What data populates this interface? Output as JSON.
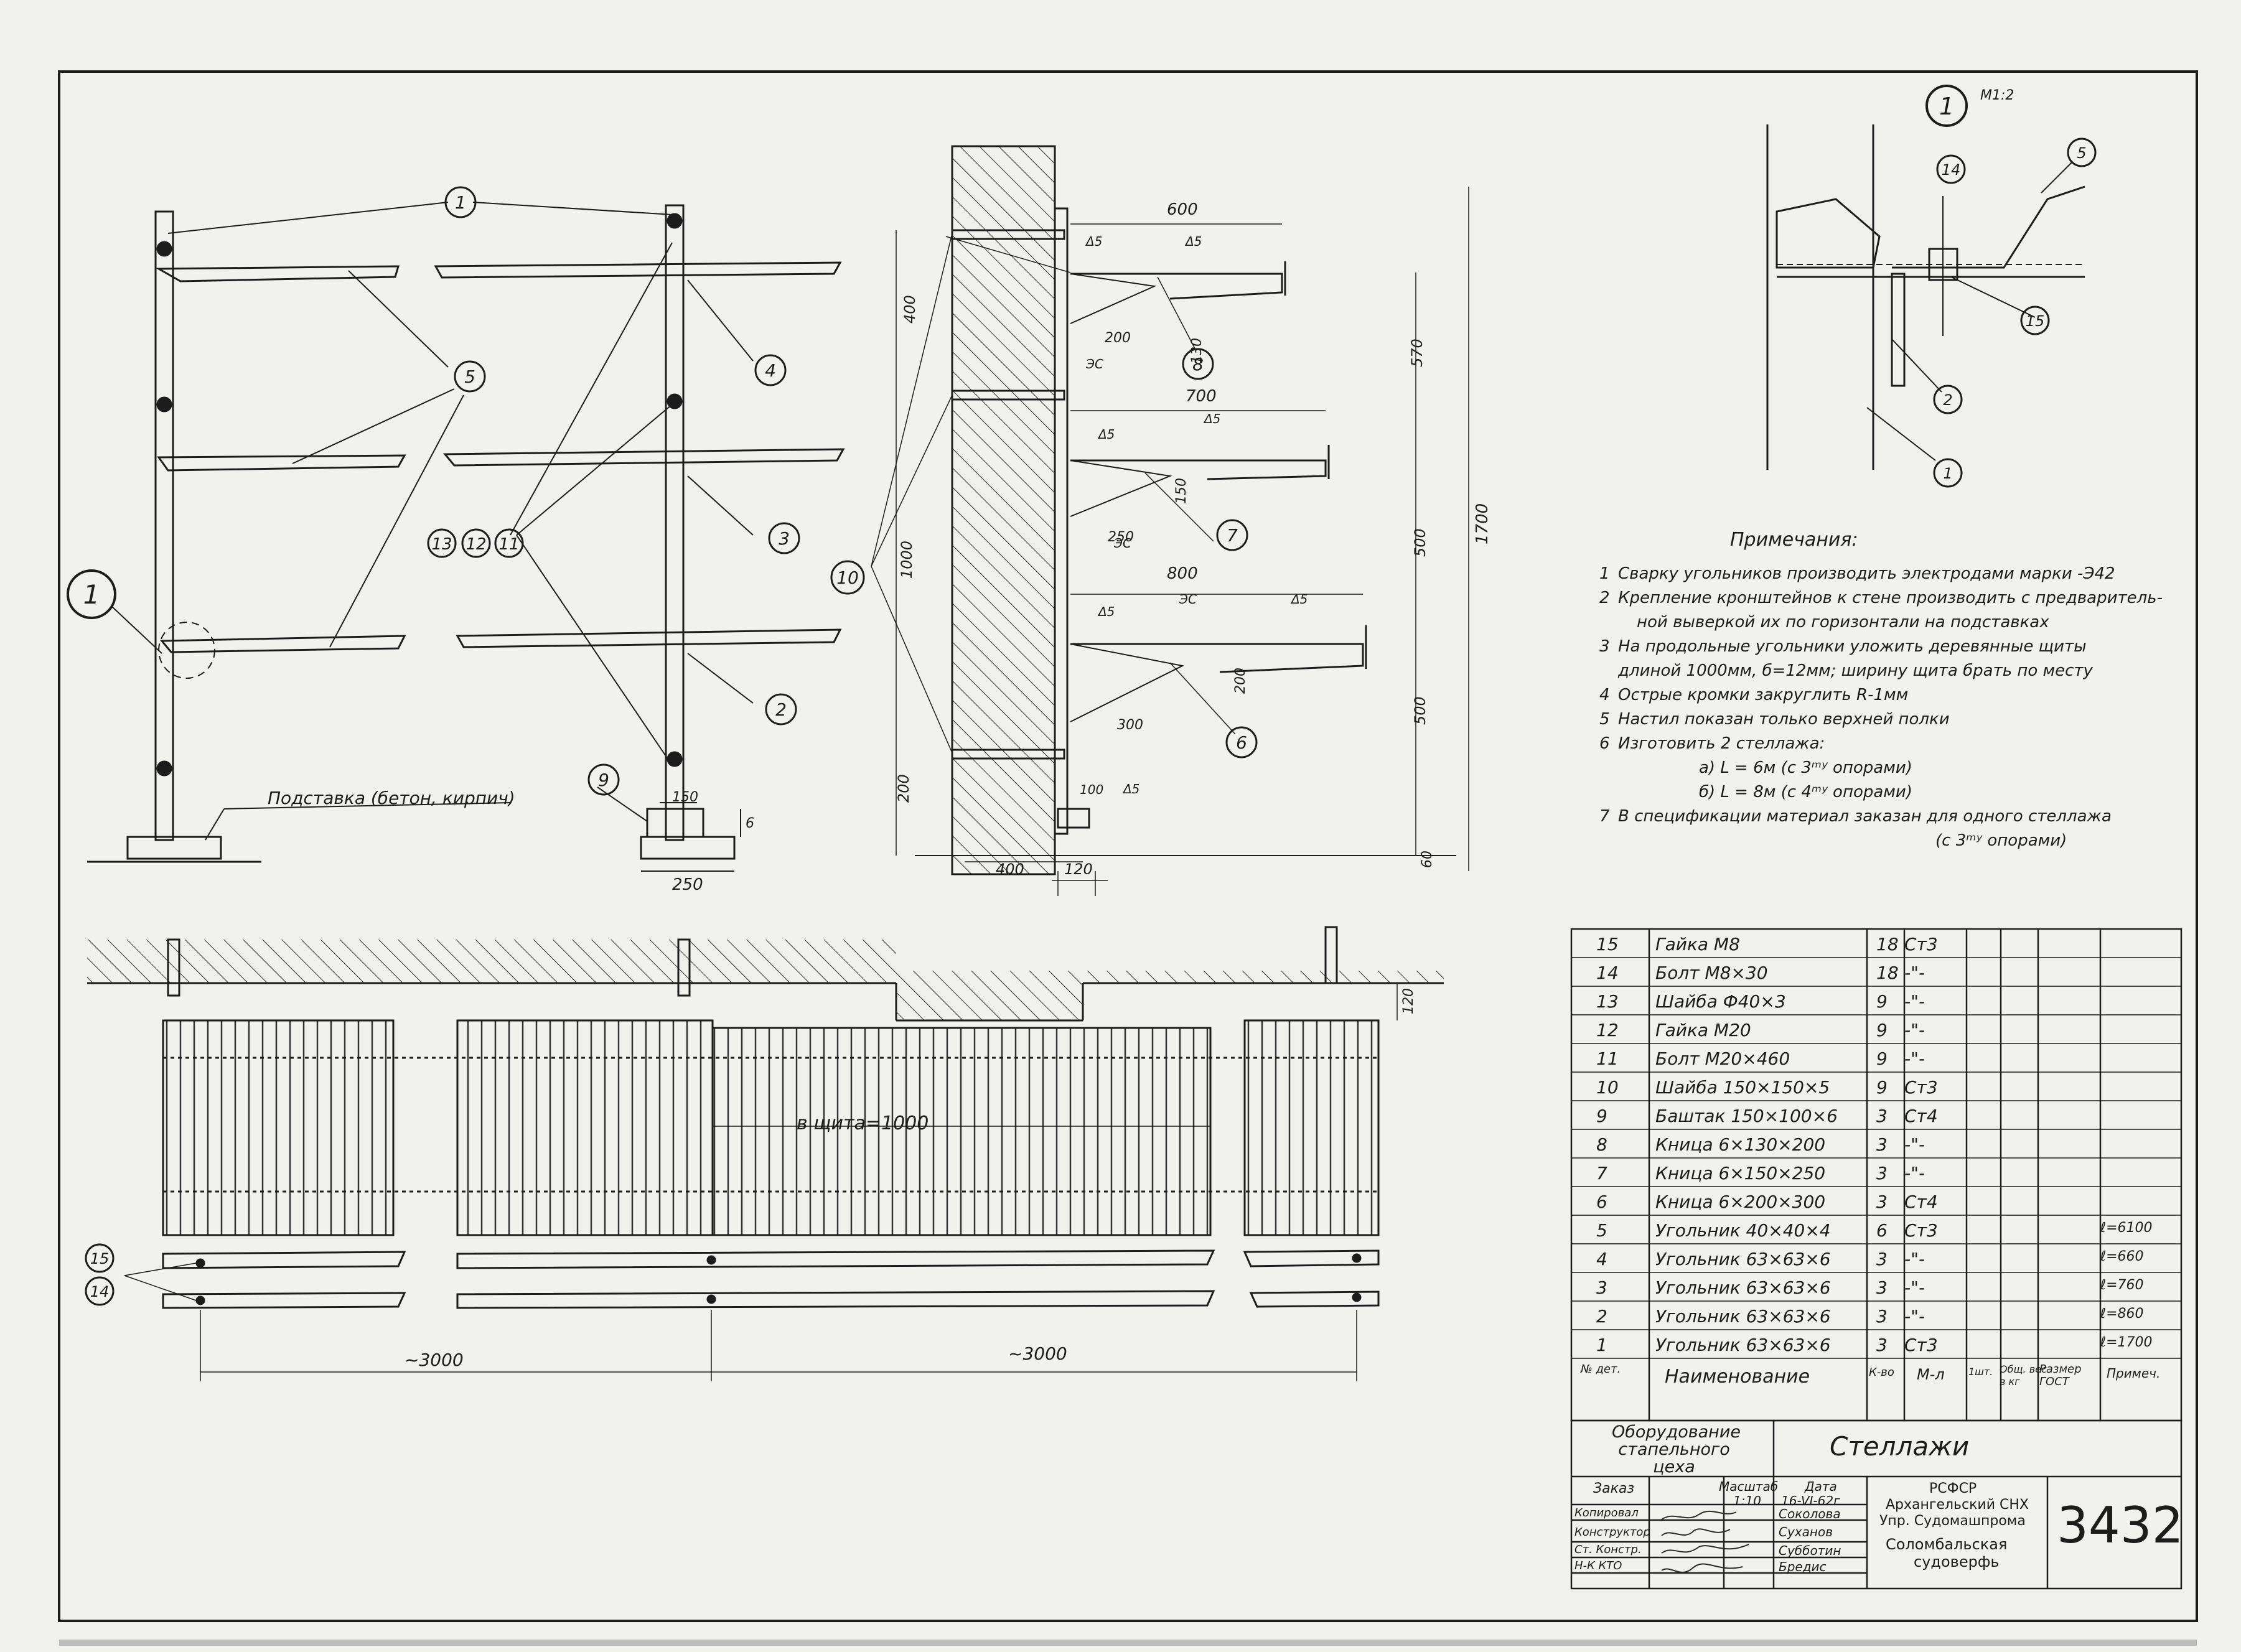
{
  "detail": {
    "ref": "1",
    "scale": "М1:2",
    "callouts": [
      "14",
      "5",
      "15",
      "2",
      "1"
    ]
  },
  "front_view": {
    "callouts": [
      "1",
      "5",
      "4",
      "3",
      "2",
      "9",
      "13",
      "12",
      "11",
      "1"
    ],
    "base_label": "Подставка (бетон, кирпич)",
    "dims": [
      "150",
      "250",
      "6"
    ]
  },
  "side_view": {
    "callouts": [
      "8",
      "7",
      "6",
      "10"
    ],
    "top_dims": [
      "600",
      "700",
      "800"
    ],
    "weld_marks": [
      "Δ5",
      "Δ5",
      "Δ5",
      "Δ5",
      "Δ5",
      "Δ5",
      "Δ5"
    ],
    "small_dims": [
      "130",
      "200",
      "150",
      "250",
      "200",
      "300",
      "100"
    ],
    "left_dims": [
      "400",
      "1000",
      "200"
    ],
    "right_dims": [
      "570",
      "500",
      "500",
      "1700",
      "60"
    ],
    "bottom_dims": [
      "400",
      "120"
    ],
    "markers": [
      "ЭС",
      "ЭС",
      "ЭС"
    ]
  },
  "plan_view": {
    "panel_width_label": "в щита=1000",
    "spans": [
      "~3000",
      "~3000"
    ],
    "dim_120": "120",
    "callouts": [
      "15",
      "14"
    ]
  },
  "notes": {
    "title": "Примечания:",
    "items": [
      {
        "n": "1",
        "text": "Сварку угольников производить электродами марки -Э42"
      },
      {
        "n": "2",
        "text": "Крепление кронштейнов к стене производить с предваритель-"
      },
      {
        "n": "",
        "text": "ной выверкой их по горизонтали на подставках"
      },
      {
        "n": "3",
        "text": "На продольные угольники уложить деревянные щиты"
      },
      {
        "n": "",
        "text": "длиной 1000мм, б=12мм; ширину щита брать по месту"
      },
      {
        "n": "4",
        "text": "Острые кромки закруглить R-1мм"
      },
      {
        "n": "5",
        "text": "Настил показан только верхней полки"
      },
      {
        "n": "6",
        "text": "Изготовить   2 стеллажа:"
      },
      {
        "n": "",
        "text": "а)  L = 6м  (с 3ᵐʸ опорами)"
      },
      {
        "n": "",
        "text": "б)  L = 8м  (с 4ᵐʸ опорами)"
      },
      {
        "n": "7",
        "text": "В спецификации материал заказан для одного стеллажа"
      },
      {
        "n": "",
        "text": "(с 3ᵐʸ опорами)"
      }
    ]
  },
  "spec_table": {
    "rows": [
      {
        "n": "15",
        "name": "Гайка  М8",
        "qty": "18",
        "mat": "Ст3",
        "note": ""
      },
      {
        "n": "14",
        "name": "Болт  М8×30",
        "qty": "18",
        "mat": "-\"-",
        "note": ""
      },
      {
        "n": "13",
        "name": "Шайба  Ф40×3",
        "qty": "9",
        "mat": "-\"-",
        "note": ""
      },
      {
        "n": "12",
        "name": "Гайка  М20",
        "qty": "9",
        "mat": "-\"-",
        "note": ""
      },
      {
        "n": "11",
        "name": "Болт  М20×460",
        "qty": "9",
        "mat": "-\"-",
        "note": ""
      },
      {
        "n": "10",
        "name": "Шайба 150×150×5",
        "qty": "9",
        "mat": "Ст3",
        "note": ""
      },
      {
        "n": "9",
        "name": "Баштак 150×100×6",
        "qty": "3",
        "mat": "Ст4",
        "note": ""
      },
      {
        "n": "8",
        "name": "Кница 6×130×200",
        "qty": "3",
        "mat": "-\"-",
        "note": ""
      },
      {
        "n": "7",
        "name": "Кница 6×150×250",
        "qty": "3",
        "mat": "-\"-",
        "note": ""
      },
      {
        "n": "6",
        "name": "Кница 6×200×300",
        "qty": "3",
        "mat": "Ст4",
        "note": ""
      },
      {
        "n": "5",
        "name": "Угольник 40×40×4",
        "qty": "6",
        "mat": "Ст3",
        "note": "ℓ=6100"
      },
      {
        "n": "4",
        "name": "Угольник 63×63×6",
        "qty": "3",
        "mat": "-\"-",
        "note": "ℓ=660"
      },
      {
        "n": "3",
        "name": "Угольник 63×63×6",
        "qty": "3",
        "mat": "-\"-",
        "note": "ℓ=760"
      },
      {
        "n": "2",
        "name": "Угольник 63×63×6",
        "qty": "3",
        "mat": "-\"-",
        "note": "ℓ=860"
      },
      {
        "n": "1",
        "name": "Угольник 63×63×6",
        "qty": "3",
        "mat": "Ст3",
        "note": "ℓ=1700"
      }
    ],
    "header": {
      "n": "№ дет.",
      "name": "Наименование",
      "qty": "К-во",
      "mat": "М-л",
      "unit": "1шт.",
      "total": "Общ. вес в кг",
      "size": "Размер ГОСТ",
      "note": "Примеч."
    }
  },
  "title_block": {
    "dept": "Оборудование стапельного цеха",
    "title": "Стеллажи",
    "order_label": "Заказ",
    "scale_label": "Масштаб",
    "scale_value": "1:10",
    "date_label": "Дата",
    "date_value": "16-VI-62г",
    "roles": [
      "Копировал",
      "Конструктор",
      "Ст. Констр.",
      "Н-К КТО"
    ],
    "names": [
      "Соколова",
      "Суханов",
      "Субботин",
      "Бредис"
    ],
    "org": [
      "РСФСР",
      "Архангельский СНХ",
      "Упр. Судомашпрома",
      "Соломбальская",
      "судоверфь"
    ],
    "drawing_no": "3432"
  }
}
